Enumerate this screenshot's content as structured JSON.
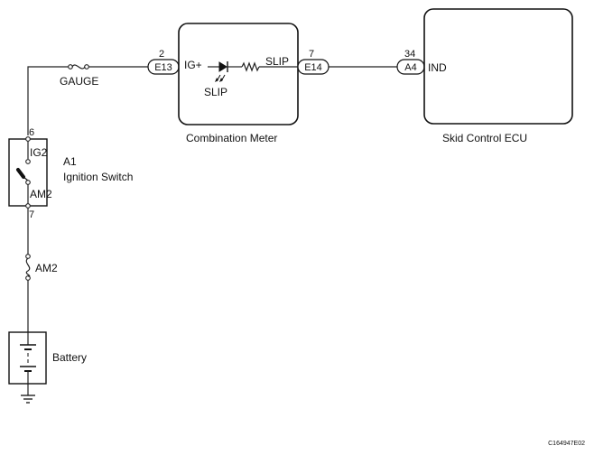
{
  "combination_meter": {
    "name": "Combination Meter",
    "terminal_in": "IG+",
    "terminal_out": "SLIP",
    "indicator_label": "SLIP"
  },
  "skid_control_ecu": {
    "name": "Skid Control ECU",
    "terminal": "IND"
  },
  "connectors": {
    "e13": {
      "id": "E13",
      "pin": "2"
    },
    "e14": {
      "id": "E14",
      "pin": "7"
    },
    "a4": {
      "id": "A4",
      "pin": "34"
    }
  },
  "fuses": {
    "gauge": "GAUGE",
    "am2": "AM2"
  },
  "ignition_switch": {
    "ref": "A1",
    "name": "Ignition Switch",
    "terminal_top": "IG2",
    "terminal_bottom": "AM2",
    "pin_top": "6",
    "pin_bottom": "7"
  },
  "battery": {
    "name": "Battery"
  },
  "figure_code": "C164947E02"
}
